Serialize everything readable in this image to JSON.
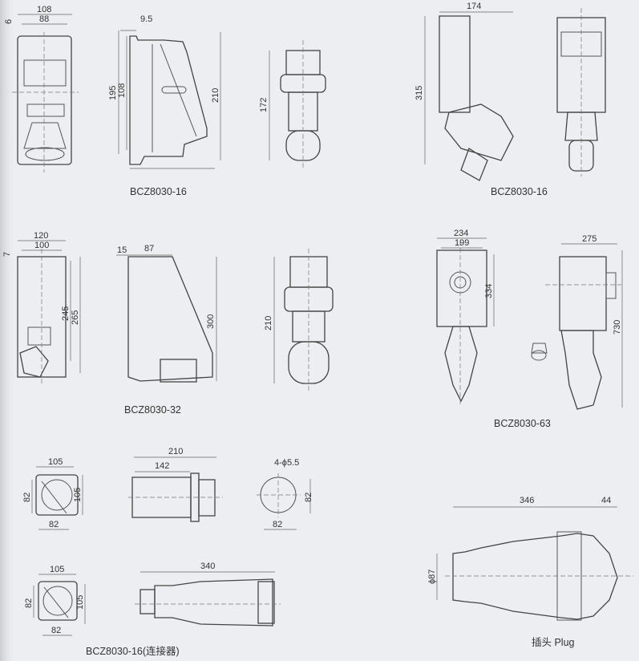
{
  "drawings": {
    "socket16_wall": {
      "caption": "BCZ8030-16",
      "dims": [
        "108",
        "88",
        "6",
        "9.5",
        "195",
        "108",
        "210",
        "172"
      ]
    },
    "socket16_box": {
      "caption": "BCZ8030-16",
      "dims": [
        "174",
        "315"
      ]
    },
    "socket32": {
      "caption": "BCZ8030-32",
      "dims": [
        "120",
        "100",
        "7",
        "245",
        "265",
        "15",
        "87",
        "300",
        "210"
      ]
    },
    "socket63": {
      "caption": "BCZ8030-63",
      "dims": [
        "234",
        "199",
        "334",
        "275",
        "730"
      ]
    },
    "connector16": {
      "caption": "BCZ8030-16(连接器)",
      "dims": [
        "105",
        "82",
        "105",
        "82",
        "210",
        "142",
        "4-ϕ5.5",
        "82",
        "82",
        "105",
        "82",
        "105",
        "82",
        "340"
      ]
    },
    "plug": {
      "caption": "插头 Plug",
      "dims": [
        "346",
        "44",
        "ϕ87"
      ]
    }
  }
}
